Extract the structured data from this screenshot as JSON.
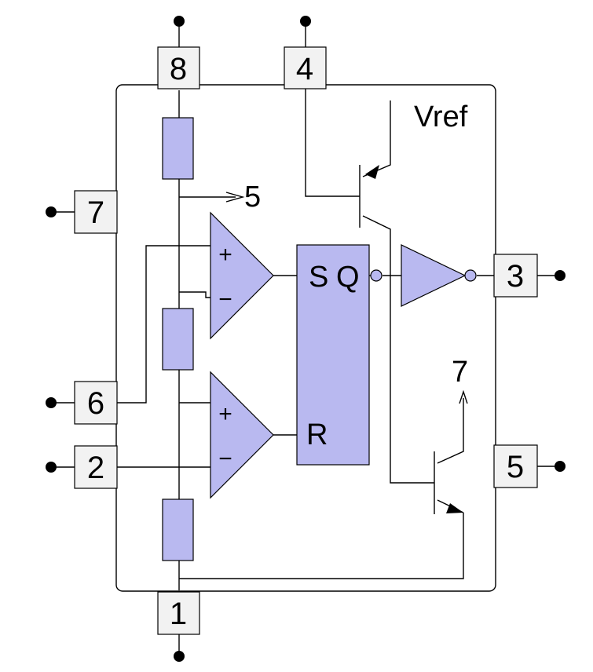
{
  "pins": {
    "p8": "8",
    "p4": "4",
    "p7": "7",
    "p6": "6",
    "p2": "2",
    "p3": "3",
    "p5": "5",
    "p1": "1"
  },
  "labels": {
    "vref": "Vref",
    "ctrl_ref": "5",
    "discharge_ref": "7",
    "flipflop_s": "S",
    "flipflop_q": "Q",
    "flipflop_r": "R",
    "comp1_plus": "+",
    "comp1_minus": "−",
    "comp2_plus": "+",
    "comp2_minus": "−"
  },
  "colors": {
    "component_fill": "#b9b9f0",
    "pin_fill": "#f2f2f2"
  }
}
